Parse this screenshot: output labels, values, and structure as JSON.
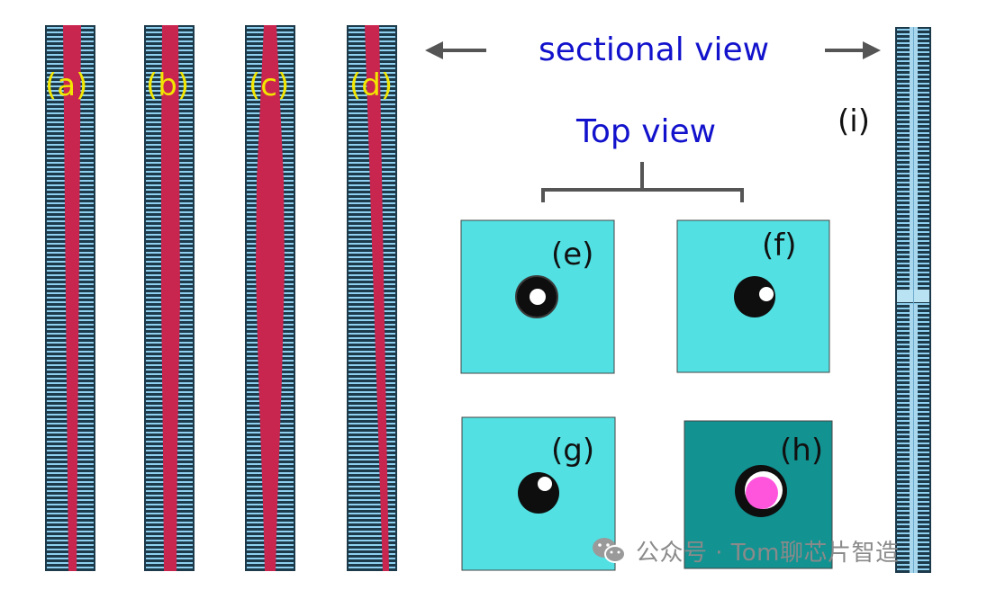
{
  "labels": {
    "sectional_view": "sectional view",
    "top_view": "Top view",
    "a": "(a)",
    "b": "(b)",
    "c": "(c)",
    "d": "(d)",
    "e": "(e)",
    "f": "(f)",
    "g": "(g)",
    "h": "(h)",
    "i": "(i)"
  },
  "watermark": {
    "text": "公众号 · Tom聊芯片智造",
    "icon": "wechat-icon"
  },
  "colors": {
    "stack_bg": "#1c3a4a",
    "stack_line": "#8fd0f0",
    "fill_red": "#c8254f",
    "cyan_tile": "#52e0e2",
    "teal_tile": "#139292",
    "magenta": "#ff55dd",
    "blue_text": "#1212cc",
    "yellow_text": "#f2e600"
  }
}
